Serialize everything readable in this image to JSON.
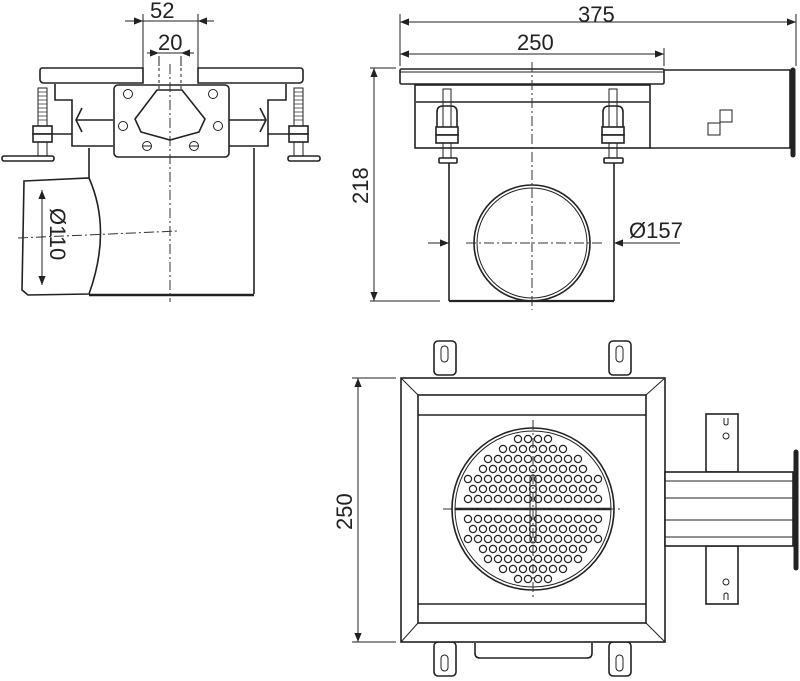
{
  "drawing": {
    "title": "Floor drain technical drawing",
    "views": {
      "side_view": {
        "dimensions": {
          "top_width": "52",
          "inner_width": "20",
          "outlet_diameter": "Ø110"
        }
      },
      "front_view": {
        "dimensions": {
          "overall_width": "375",
          "frame_width": "250",
          "height": "218",
          "outlet_diameter": "Ø157"
        }
      },
      "top_view": {
        "dimensions": {
          "frame_side": "250"
        }
      }
    },
    "colors": {
      "line": "#222222",
      "background": "#ffffff"
    }
  }
}
